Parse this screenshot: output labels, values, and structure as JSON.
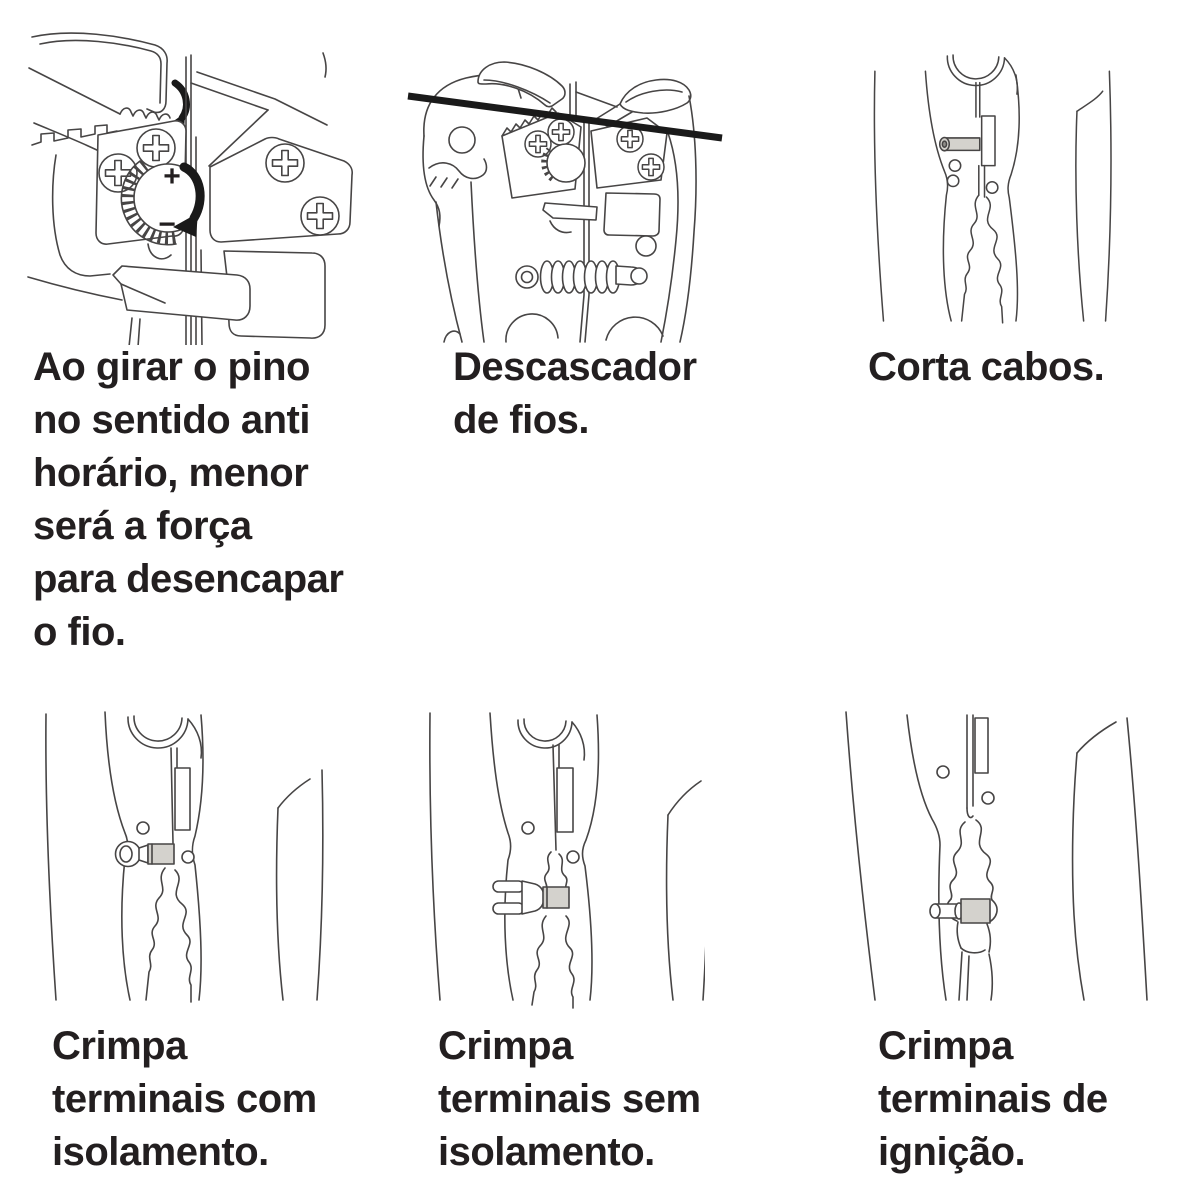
{
  "page": {
    "background": "#ffffff",
    "text_color": "#231f20",
    "line_color": "#474545",
    "wire_color": "#1a1a1a",
    "terminal_fill": "#d4d2cd"
  },
  "panels": [
    {
      "name": "adjustment-knob",
      "caption": "Ao girar o pino no sentido anti horário, menor será a força para desencapar o fio.",
      "caption_lines": [
        "Ao girar o pino",
        "no sentido anti",
        "horário, menor",
        "será a força",
        "para desencapar",
        "o fio."
      ],
      "knob_plus": "+",
      "knob_minus": "−"
    },
    {
      "name": "wire-stripper",
      "caption": "Descascador de fios.",
      "caption_lines": [
        "Descascador",
        "de fios."
      ]
    },
    {
      "name": "cable-cutter",
      "caption": "Corta cabos.",
      "caption_lines": [
        "Corta cabos."
      ]
    },
    {
      "name": "crimp-insulated-terminals",
      "caption": "Crimpa terminais com isolamento.",
      "caption_lines": [
        "Crimpa",
        "terminais com",
        "isolamento."
      ]
    },
    {
      "name": "crimp-non-insulated-terminals",
      "caption": "Crimpa terminais sem isolamento.",
      "caption_lines": [
        "Crimpa",
        "terminais sem",
        "isolamento."
      ]
    },
    {
      "name": "crimp-ignition-terminals",
      "caption": "Crimpa terminais de ignição.",
      "caption_lines": [
        "Crimpa",
        "terminais de",
        "ignição."
      ]
    }
  ]
}
